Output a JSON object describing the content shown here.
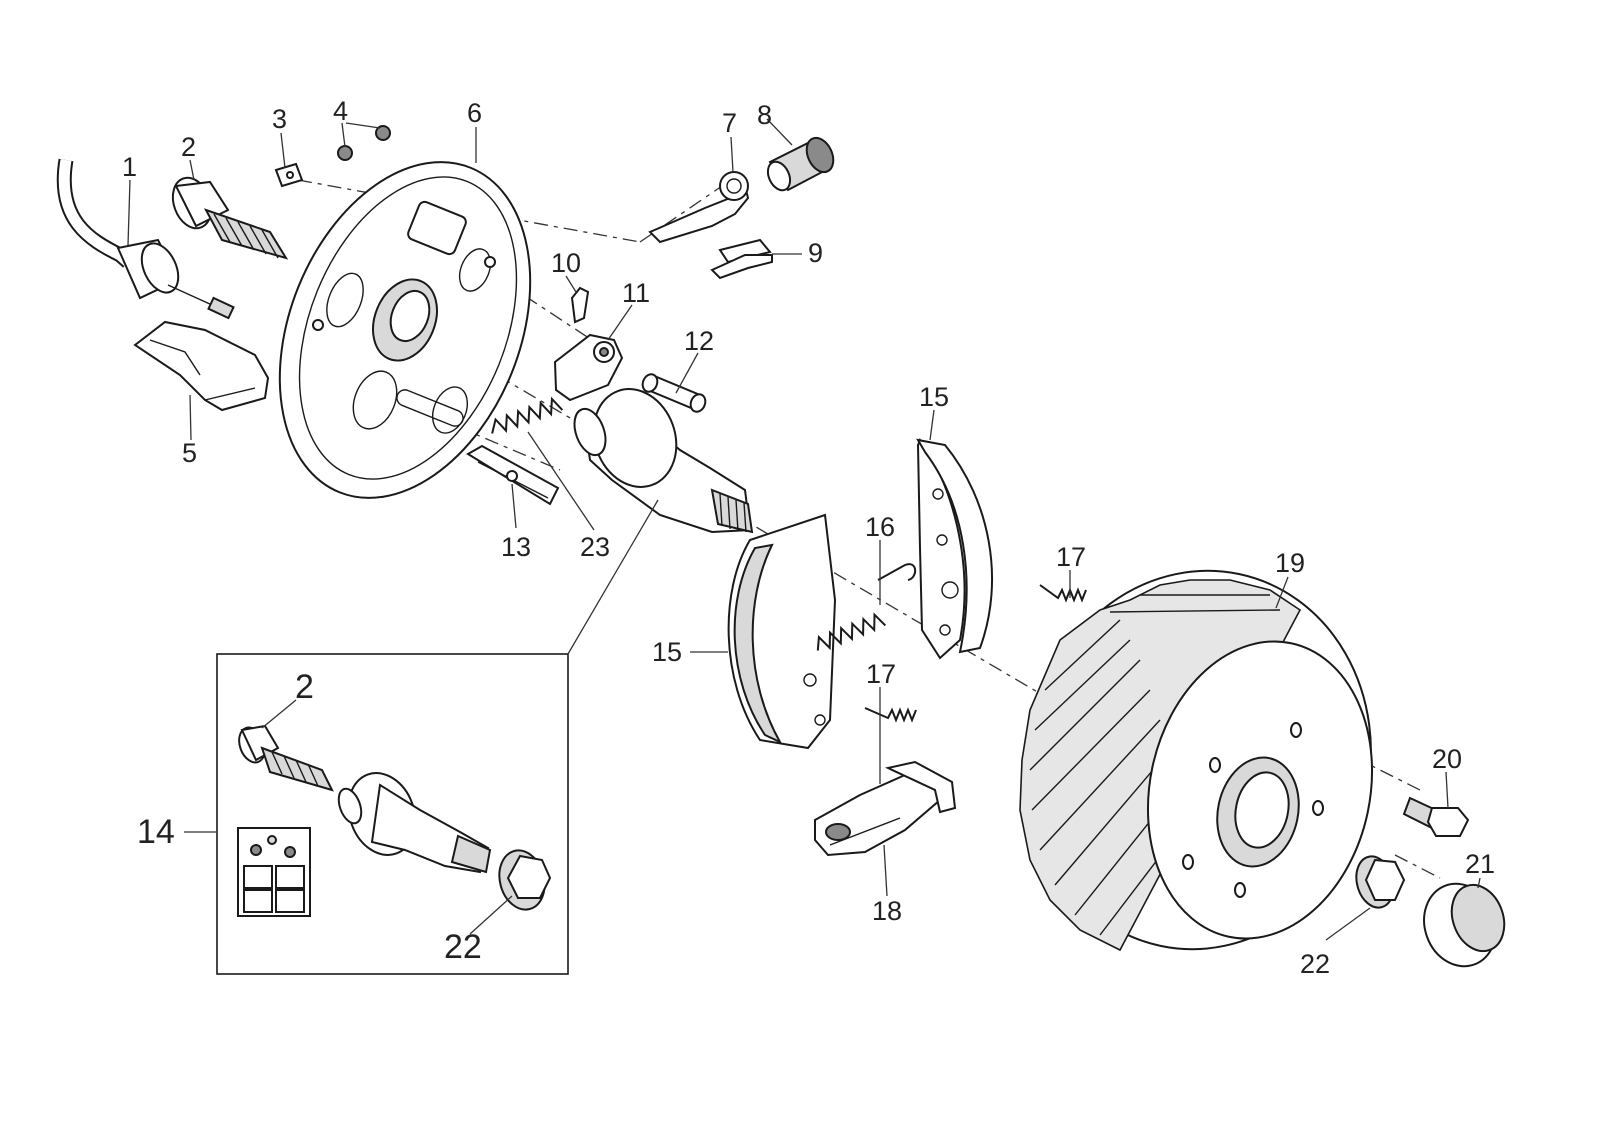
{
  "diagram": {
    "callouts": [
      {
        "id": "1",
        "text": "1"
      },
      {
        "id": "2",
        "text": "2"
      },
      {
        "id": "3",
        "text": "3"
      },
      {
        "id": "4",
        "text": "4"
      },
      {
        "id": "5",
        "text": "5"
      },
      {
        "id": "6",
        "text": "6"
      },
      {
        "id": "7",
        "text": "7"
      },
      {
        "id": "8",
        "text": "8"
      },
      {
        "id": "9",
        "text": "9"
      },
      {
        "id": "10",
        "text": "10"
      },
      {
        "id": "11",
        "text": "11"
      },
      {
        "id": "12",
        "text": "12"
      },
      {
        "id": "13",
        "text": "13"
      },
      {
        "id": "14",
        "text": "14"
      },
      {
        "id": "15a",
        "text": "15"
      },
      {
        "id": "15b",
        "text": "15"
      },
      {
        "id": "16",
        "text": "16"
      },
      {
        "id": "17a",
        "text": "17"
      },
      {
        "id": "17b",
        "text": "17"
      },
      {
        "id": "18",
        "text": "18"
      },
      {
        "id": "19",
        "text": "19"
      },
      {
        "id": "20",
        "text": "20"
      },
      {
        "id": "21",
        "text": "21"
      },
      {
        "id": "22a",
        "text": "22"
      },
      {
        "id": "22b",
        "text": "22"
      },
      {
        "id": "23",
        "text": "23"
      },
      {
        "id": "inset2",
        "text": "2"
      }
    ]
  }
}
